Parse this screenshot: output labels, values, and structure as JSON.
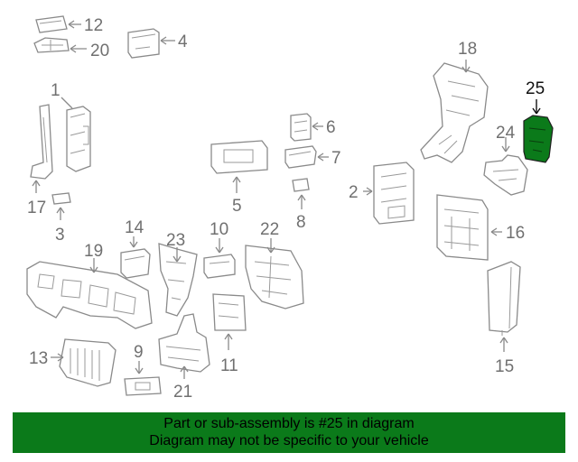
{
  "diagram": {
    "callouts": [
      "1",
      "2",
      "3",
      "4",
      "5",
      "6",
      "7",
      "8",
      "9",
      "10",
      "11",
      "12",
      "13",
      "14",
      "15",
      "16",
      "17",
      "18",
      "19",
      "20",
      "21",
      "22",
      "23",
      "24",
      "25"
    ],
    "highlighted_part": "25",
    "colors": {
      "highlight_fill": "#0b7a1a",
      "line": "#8a8a8a",
      "banner": "#0b7a1a"
    }
  },
  "banner": {
    "line1": "Part or sub-assembly is #25 in diagram",
    "line2": "Diagram may not be specific to your vehicle"
  }
}
